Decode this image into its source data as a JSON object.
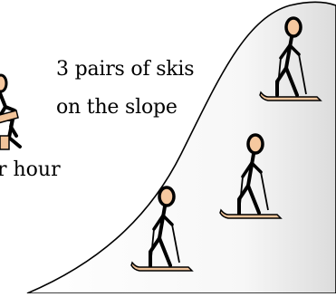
{
  "caption": {
    "line1": "3 pairs of skis",
    "line2": "on the slope"
  },
  "left_caption": {
    "text": "r hour"
  },
  "scene": {
    "ski_pairs_count": 3,
    "slope_fill_color": "#ffffff",
    "slope_shadow_color": "#e0e0e0",
    "ski_color": "#f2c49a",
    "skin_color": "#f6c89f",
    "line_color": "#000000"
  },
  "icons": {
    "slope": "slope-hill-icon",
    "skier": "stick-figure-skier-icon",
    "partial_figure": "partial-seated-figure-icon"
  }
}
